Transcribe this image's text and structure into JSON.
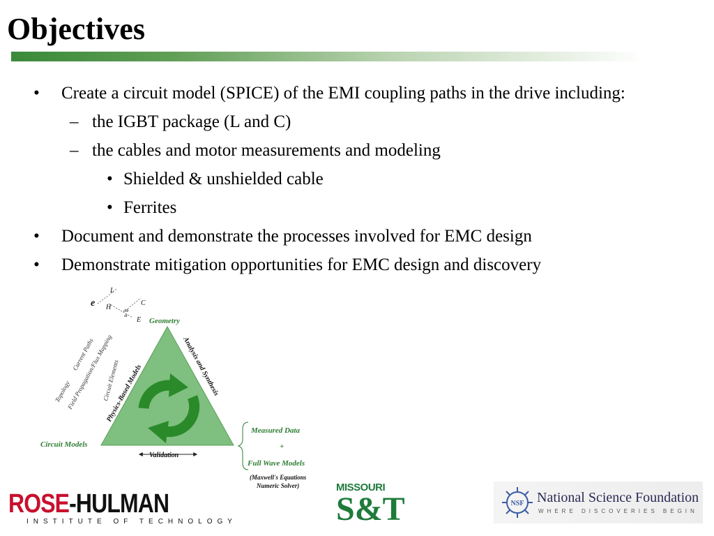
{
  "slide": {
    "title": "Objectives",
    "bullets": [
      {
        "marker": "•",
        "text": "Create a circuit model (SPICE) of the EMI coupling paths in the drive including:"
      },
      {
        "marker": "–",
        "text": "the IGBT package (L and C)"
      },
      {
        "marker": "–",
        "text": "the cables and motor measurements and modeling"
      },
      {
        "marker": "•",
        "text": "Shielded & unshielded cable"
      },
      {
        "marker": "•",
        "text": "Ferrites"
      },
      {
        "marker": "•",
        "text": "Document and demonstrate the processes involved for EMC design"
      },
      {
        "marker": "•",
        "text": "Demonstrate mitigation opportunities for EMC design and discovery"
      }
    ]
  },
  "diagram": {
    "geometry": "Geometry",
    "circuit_models": "Circuit Models",
    "validation": "Validation",
    "physics_based_models": "Physics-Based Models",
    "analysis_synthesis": "Analysis and Synthesis",
    "topology": "Topology",
    "current_paths": "Current Paths",
    "field_mapping": "Field Propagation/Flux Mapping",
    "circuit_elements": "Circuit Elements",
    "measured_data": "Measured Data",
    "plus": "+",
    "full_wave_models": "Full Wave Models",
    "maxwell_line1": "(Maxwell's Equations",
    "maxwell_line2": "Numeric Solver)",
    "sym_e": "e",
    "sym_h": "H",
    "sym_e_vec": "E",
    "sym_l": "L",
    "sym_c": "C",
    "sym_dphi": "dΦ",
    "sym_dt": "dt",
    "colors": {
      "triangle": "#7fbf7f",
      "arrows": "#2a8a2a",
      "label_green": "#2e7d32"
    }
  },
  "logos": {
    "rose_hulman": {
      "rose": "ROSE",
      "hulman": "-HULMAN",
      "sub": "INSTITUTE OF TECHNOLOGY",
      "color": "#c8102e"
    },
    "missouri_st": {
      "top": "MISSOURI",
      "big": "S&T",
      "color": "#1e7b3a"
    },
    "nsf": {
      "seal": "NSF",
      "name": "National Science Foundation",
      "tagline": "WHERE DISCOVERIES BEGIN"
    }
  }
}
